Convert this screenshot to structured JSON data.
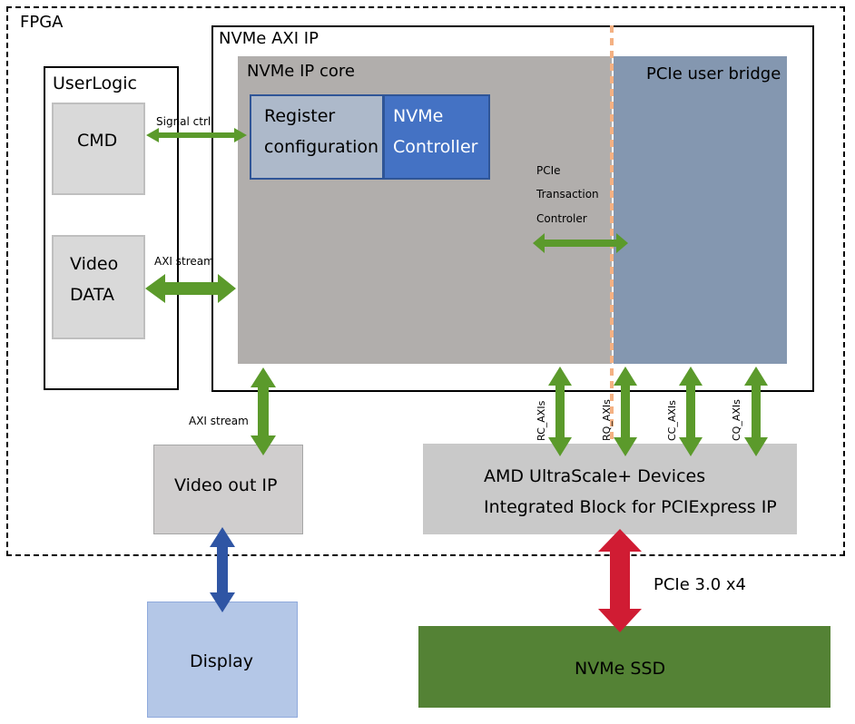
{
  "fpga": {
    "label": "FPGA"
  },
  "nvme_axi_ip": {
    "label": "NVMe AXI IP"
  },
  "nvme_ip_core": {
    "label": "NVMe IP core"
  },
  "pcie_user_bridge": {
    "label": "PCIe user bridge"
  },
  "register_configuration": {
    "line1": "Register",
    "line2": "configuration"
  },
  "nvme_controller": {
    "line1": "NVMe",
    "line2": "Controller"
  },
  "pcie_transaction": {
    "line1": "PCIe",
    "line2": "Transaction",
    "line3": "Controler"
  },
  "user_logic": {
    "label": "UserLogic",
    "cmd": "CMD",
    "video_line1": "Video",
    "video_line2": "DATA"
  },
  "links": {
    "signal_ctrl": "Signal ctrl",
    "axi_stream_user": "AXI stream",
    "axi_stream_video": "AXI stream",
    "rc_axis": "RC_AXIs",
    "rq_axis": "RQ_AXIs",
    "cc_axis": "CC_AXIs",
    "cq_axis": "CQ_AXIs",
    "pcie_link": "PCIe 3.0 x4"
  },
  "video_out_ip": {
    "label": "Video out IP"
  },
  "amd_block": {
    "line1": "AMD UltraScale+ Devices",
    "line2": "Integrated Block for PCIExpress IP"
  },
  "display": {
    "label": "Display"
  },
  "nvme_ssd": {
    "label": "NVMe SSD"
  },
  "colors": {
    "arrow_green": "#5b9a2b",
    "arrow_blue": "#2f55a4",
    "arrow_red": "#d01c33",
    "divider_orange": "#f4b183",
    "core_gray": "#b1aeac",
    "bridge_blue": "#8497b0",
    "controller_blue": "#4472c4",
    "ssd_green": "#548235",
    "display_blue": "#b4c7e7"
  }
}
